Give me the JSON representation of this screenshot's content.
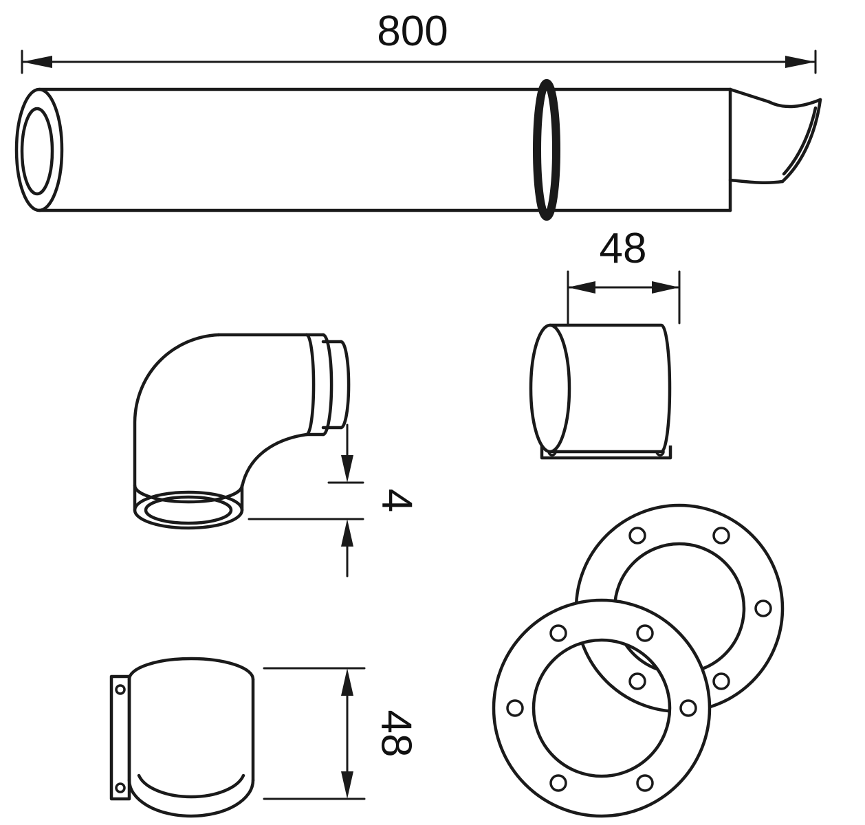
{
  "dims": {
    "pipe_length": "800",
    "sleeve_length": "48",
    "collar_height": "4",
    "sleeve_height": "48"
  },
  "style": {
    "line_color": "#1a1a1a",
    "background": "#ffffff"
  },
  "components": [
    "coaxial-flue-pipe",
    "gasket-ring",
    "elbow-90-degree",
    "horizontal-extension-sleeve",
    "wall-sleeve-with-bracket",
    "wall-flange-pair"
  ]
}
